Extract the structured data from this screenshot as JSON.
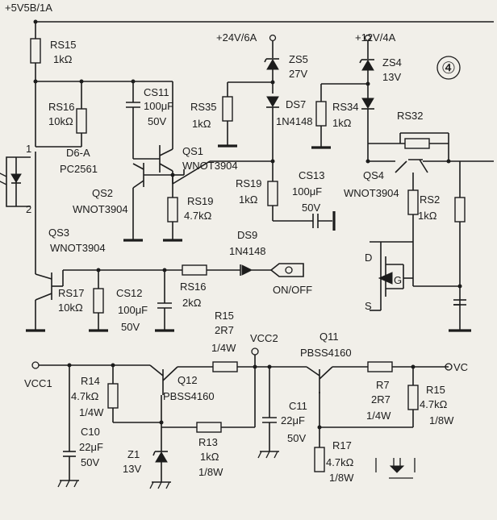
{
  "rails": {
    "v5": "+5V5B/1A",
    "v24": "+24V/6A",
    "v12": "+12V/4A",
    "vcc1": "VCC1",
    "vcc2": "VCC2",
    "vc": "VC",
    "onoff": "ON/OFF"
  },
  "section_marker": "④",
  "components": {
    "rs15": [
      "RS15",
      "1kΩ"
    ],
    "rs16": [
      "RS16",
      "10kΩ"
    ],
    "cs11": [
      "CS11",
      "100μF",
      "50V"
    ],
    "d6": [
      "D6-A",
      "PC2561"
    ],
    "opto_pins": [
      "1",
      "2"
    ],
    "qs1": [
      "QS1",
      "WNOT3904"
    ],
    "qs2": [
      "QS2",
      "WNOT3904"
    ],
    "rs19a": [
      "RS19",
      "4.7kΩ"
    ],
    "qs3": [
      "QS3",
      "WNOT3904"
    ],
    "rs17": [
      "RS17",
      "10kΩ"
    ],
    "cs12": [
      "CS12",
      "100μF",
      "50V"
    ],
    "rs16b": [
      "RS16",
      "2kΩ"
    ],
    "zs5": [
      "ZS5",
      "27V"
    ],
    "ds7": [
      "DS7",
      "1N4148"
    ],
    "rs35": [
      "RS35",
      "1kΩ"
    ],
    "rs19b": [
      "RS19",
      "1kΩ"
    ],
    "cs13": [
      "CS13",
      "100μF",
      "50V"
    ],
    "ds9": [
      "DS9",
      "1N4148"
    ],
    "zs4": [
      "ZS4",
      "13V"
    ],
    "rs34": [
      "RS34",
      "1kΩ"
    ],
    "rs32": [
      "RS32"
    ],
    "qs4": [
      "QS4",
      "WNOT3904"
    ],
    "rs2": [
      "RS2",
      "1kΩ"
    ],
    "mos_pins": [
      "D",
      "G",
      "S"
    ],
    "r14": [
      "R14",
      "4.7kΩ",
      "1/4W"
    ],
    "q12": [
      "Q12",
      "PBSS4160"
    ],
    "r15a": [
      "R15",
      "2R7",
      "1/4W"
    ],
    "c10": [
      "C10",
      "22μF",
      "50V"
    ],
    "z1": [
      "Z1",
      "13V"
    ],
    "r13": [
      "R13",
      "1kΩ",
      "1/8W"
    ],
    "c11": [
      "C11",
      "22μF",
      "50V"
    ],
    "q11": [
      "Q11",
      "PBSS4160"
    ],
    "r7": [
      "R7",
      "2R7",
      "1/4W"
    ],
    "r15b": [
      "R15",
      "4.7kΩ",
      "1/8W"
    ],
    "r17": [
      "R17",
      "4.7kΩ",
      "1/8W"
    ]
  }
}
